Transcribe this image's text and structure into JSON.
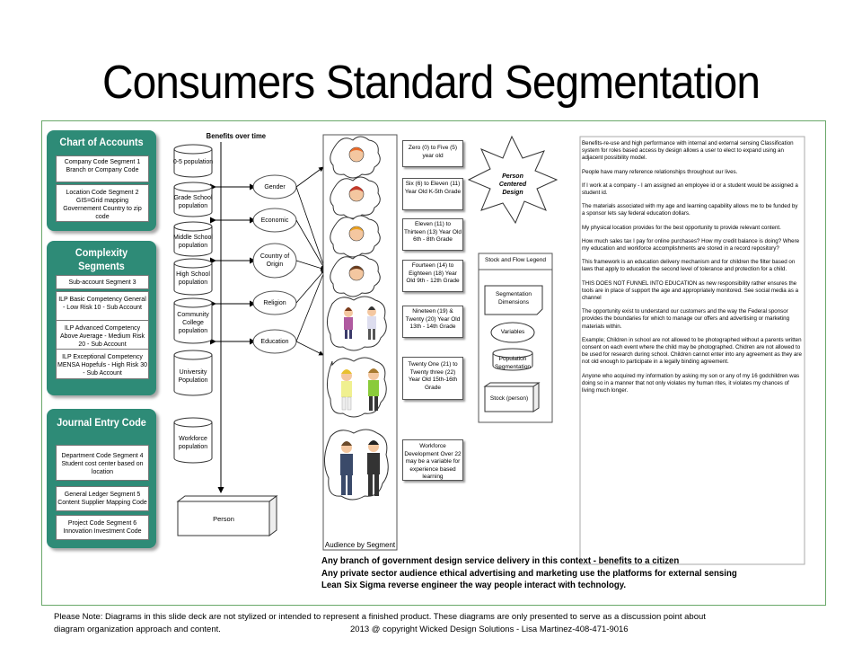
{
  "title": "Consumers Standard Segmentation",
  "panels": {
    "chart_of_accounts": {
      "title": "Chart of Accounts",
      "items": [
        "Company Code Segment 1 Branch or Company Code",
        "Location Code Segment 2 GIS=Grid mapping Governement Country to zip code"
      ]
    },
    "complexity": {
      "title_line1": "Complexity Segments",
      "title_line2": "Finance Sub-Account",
      "items": [
        "Sub-account Segment 3",
        "ILP Basic Competency General - Low Risk 10 - Sub Account",
        "ILP Advanced Competency Above Average - Medium Risk 20 - Sub Account",
        "ILP Exceptional Competency MENSA Hopefuls - High Risk 30 - Sub Account"
      ]
    },
    "journal": {
      "title": "Journal Entry Code",
      "items": [
        "Department Code Segment 4 Student cost center based on location",
        "General Ledger Segment 5 Content Supplier Mapping Code",
        "Project Code Segment 6 Innovation Investment Code"
      ]
    }
  },
  "benefits_label": "Benefits over time",
  "populations": [
    "0-5 population",
    "Grade School population",
    "Middle School population",
    "High School population",
    "Community College population",
    "University Population",
    "Workforce population"
  ],
  "person_label": "Person",
  "dimensions": [
    "Gender",
    "Economic",
    "Country of Origin",
    "Religion",
    "Education"
  ],
  "audience_label": "Audience by Segment",
  "age_groups": [
    "Zero (0) to Five (5) year old",
    "Six (6) to Eleven (11) Year Old K-5th Grade",
    "Eleven (11) to Thirteen (13) Year Old 6th - 8th Grade",
    "Fourteen (14) to Eighteen (18) Year Old 9th - 12th Grade",
    "Nineteen (19) & Twenty (20) Year Old 13th - 14th Grade",
    "Twenty One (21) to Twenty three (22) Year Old 15th-16th Grade",
    "Workforce Development Over 22 may be a variable for experience based learning"
  ],
  "star_label": "Person Centered Design",
  "legend": {
    "title": "Stock and Flow Legend",
    "segmentation": "Segmentation Dimensions",
    "variables": "Variables",
    "population": "Population Segmentation",
    "stock": "Stock (person)"
  },
  "notes": [
    "Benefits-re-use and high performance with internal and external sensing Classification system for roles based access by design allows a user to elect to expand using an adjacent possibility model.",
    "People have many reference relationships throughout our lives.",
    "If I work at a company - I am assigned an employee id or a student would be assigned a student id.",
    "The materials associated with my age and learning capability allows me to be funded by a sponsor lets say federal education dollars.",
    "My physical location provides for the best opportunity to provide relevant content.",
    "How much sales tax I pay for online purchases? How my credit balance is doing? Where my education and workforce accomplishments are stored in a record repository?",
    "This framework is an education delivery mechanism and for children the filter based on laws that apply to education the second level of tolerance and protection for a child.",
    "THIS DOES NOT FUNNEL INTO EDUCATION as new responsibility rather ensures the tools are in place of support the age and appropriately monitored. See social media as a channel",
    "The opportunity exist to understand our customers and the way the Federal sponsor provides the boundaries for which to manage our offers and advertising or marketing materials within.",
    "Example; Children in school are not allowed to be photographed without a parents written consent on each event where the child may be photographed. Chidren are not allowed to be used for research during school. Children cannot enter into any agreement as they are not old enough to participate in a legally binding agreement.",
    "Anyone who acquired my information by asking my son or any of my 16 godchildren was doing so in a manner that not only violates my human rites, it violates my chances of living much longer."
  ],
  "bold_statements": [
    "Any branch of government design service delivery in this context - benefits to a citizen",
    "Any private sector audience ethical advertising and marketing use the platforms for external sensing",
    "Lean Six Sigma reverse engineer the way people interact with technology."
  ],
  "footer": {
    "line1": "Please Note: Diagrams in this slide deck are not stylized or intended to represent a finished product. These diagrams are only presented to serve as a discussion point about",
    "line2a": "diagram organization approach and content.",
    "line2b": "2013 @ copyright Wicked Design Solutions - Lisa Martinez-408-471-9016"
  }
}
